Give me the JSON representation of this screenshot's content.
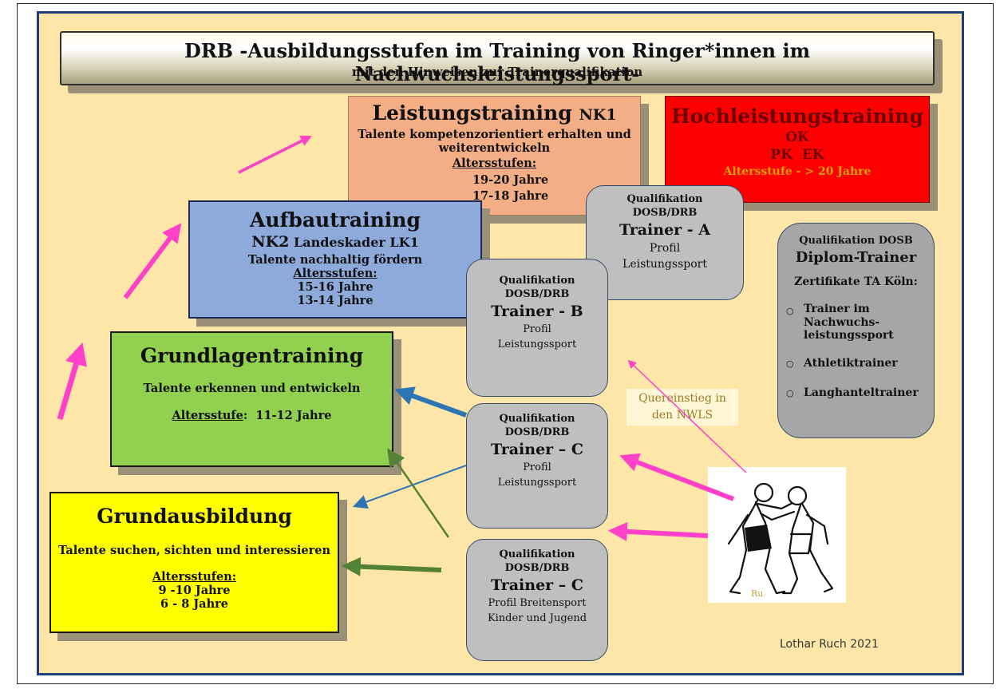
{
  "title": {
    "main": "DRB -Ausbildungsstufen im Training von Ringer*innen im Nachwuchsleistungssport-",
    "sub": "mit den Hinweisen zur Trainerqualifikation"
  },
  "leistungstraining": {
    "heading": "Leistungstraining",
    "kader": "NK1",
    "line1": "Talente kompetenzorientiert erhalten und",
    "line2": "weiterentwickeln",
    "age_label": "Altersstufen:",
    "ages": [
      "19-20 Jahre",
      "17-18 Jahre"
    ]
  },
  "hochleistungstraining": {
    "heading": "Hochleistungstraining",
    "line1": "OK",
    "line2": "PK  EK",
    "age": "Altersstufe - > 20 Jahre"
  },
  "aufbautraining": {
    "heading": "Aufbautraining",
    "kader_a": "NK2",
    "kader_b": "Landeskader LK1",
    "line1": "Talente nachhaltig fördern",
    "age_label": "Altersstufen:",
    "ages": [
      "15-16 Jahre",
      "13-14 Jahre"
    ]
  },
  "grundlagentraining": {
    "heading": "Grundlagentraining",
    "line1": "Talente erkennen und entwickeln",
    "age_label": "Altersstufe",
    "age_value": ":  11-12 Jahre"
  },
  "grundausbildung": {
    "heading": "Grundausbildung",
    "line1": "Talente suchen, sichten und interessieren",
    "age_label": "Altersstufen:",
    "ages": [
      "9 -10 Jahre",
      "6 - 8 Jahre"
    ]
  },
  "trainer_a": {
    "q1": "Qualifikation",
    "q2": "DOSB/DRB",
    "name": "Trainer - A",
    "p1": "Profil",
    "p2": "Leistungssport"
  },
  "trainer_b": {
    "q1": "Qualifikation",
    "q2": "DOSB/DRB",
    "name": "Trainer - B",
    "p1": "Profil",
    "p2": "Leistungssport"
  },
  "trainer_c1": {
    "q1": "Qualifikation",
    "q2": "DOSB/DRB",
    "name": "Trainer – C",
    "p1": "Profil",
    "p2": "Leistungssport"
  },
  "trainer_c2": {
    "q1": "Qualifikation",
    "q2": "DOSB/DRB",
    "name": "Trainer – C",
    "p1": "Profil Breitensport",
    "p2": "Kinder und Jugend"
  },
  "diplom": {
    "q": "Qualifikation DOSB",
    "name": "Diplom-Trainer",
    "zert": "Zertifikate TA Köln:",
    "items": [
      [
        "Trainer im",
        "Nachwuchs-",
        "leistungssport"
      ],
      [
        "Athletiktrainer"
      ],
      [
        "Langhanteltrainer"
      ]
    ]
  },
  "quereinstieg": {
    "l1": "Quereinstieg in",
    "l2": "den NWLS"
  },
  "image_caption": "Ru",
  "credit": "Lothar Ruch 2021",
  "colors": {
    "background": "#fde6a8",
    "leistung": "#f3ae85",
    "hoch": "#ff0000",
    "aufbau": "#8eaadb",
    "grundlagen": "#92d050",
    "grundaus": "#ffff00",
    "qual": "#bfbfbf",
    "arrow_pink": "#ff40c8",
    "arrow_blue": "#2e75b6",
    "arrow_green": "#548235"
  }
}
